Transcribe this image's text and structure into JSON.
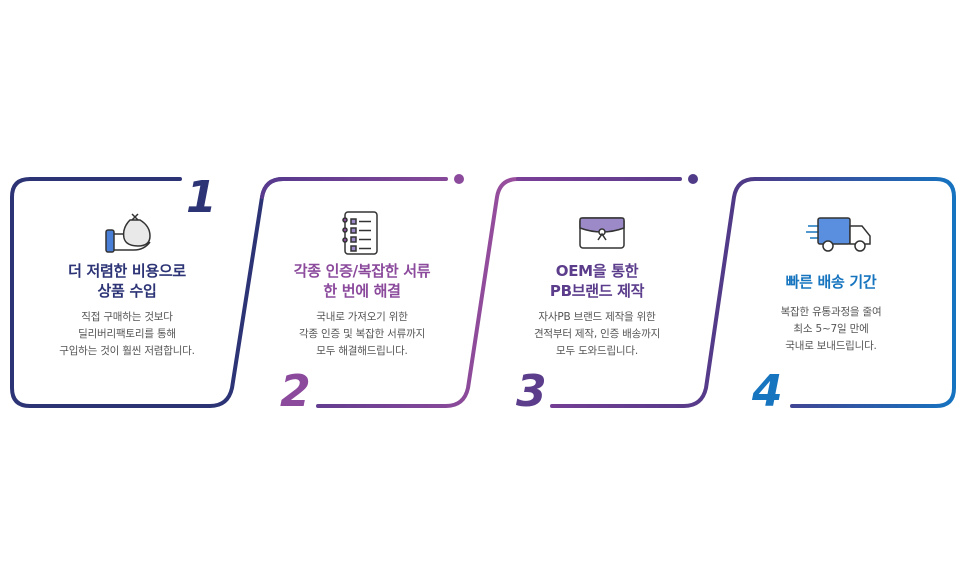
{
  "colors": {
    "card1": "#2d3476",
    "card2": "#8b4a9c",
    "card3": "#5b3d8c",
    "card4": "#1775bf",
    "text": "#555555"
  },
  "cards": [
    {
      "number": "1",
      "icon": "money-bag-hand-icon",
      "title": "더 저렴한 비용으로\n상품 수입",
      "desc": "직접 구매하는 것보다\n딜리버리팩토리를 통해\n구입하는 것이 훨씬 저렴합니다."
    },
    {
      "number": "2",
      "icon": "document-checklist-icon",
      "title": "각종 인증/복잡한 서류\n한 번에 해결",
      "desc": "국내로 가져오기 위한\n각종 인증 및 복잡한 서류까지\n모두 해결해드립니다."
    },
    {
      "number": "3",
      "icon": "package-envelope-icon",
      "title": "OEM을 통한\nPB브랜드 제작",
      "desc": "자사PB 브랜드 제작을 위한\n견적부터 제작, 인증 배송까지\n모두 도와드립니다."
    },
    {
      "number": "4",
      "icon": "delivery-truck-icon",
      "title": "빠른 배송 기간",
      "desc": "복잡한 유통과정을 줄여\n최소 5~7일 만에\n국내로 보내드립니다."
    }
  ]
}
